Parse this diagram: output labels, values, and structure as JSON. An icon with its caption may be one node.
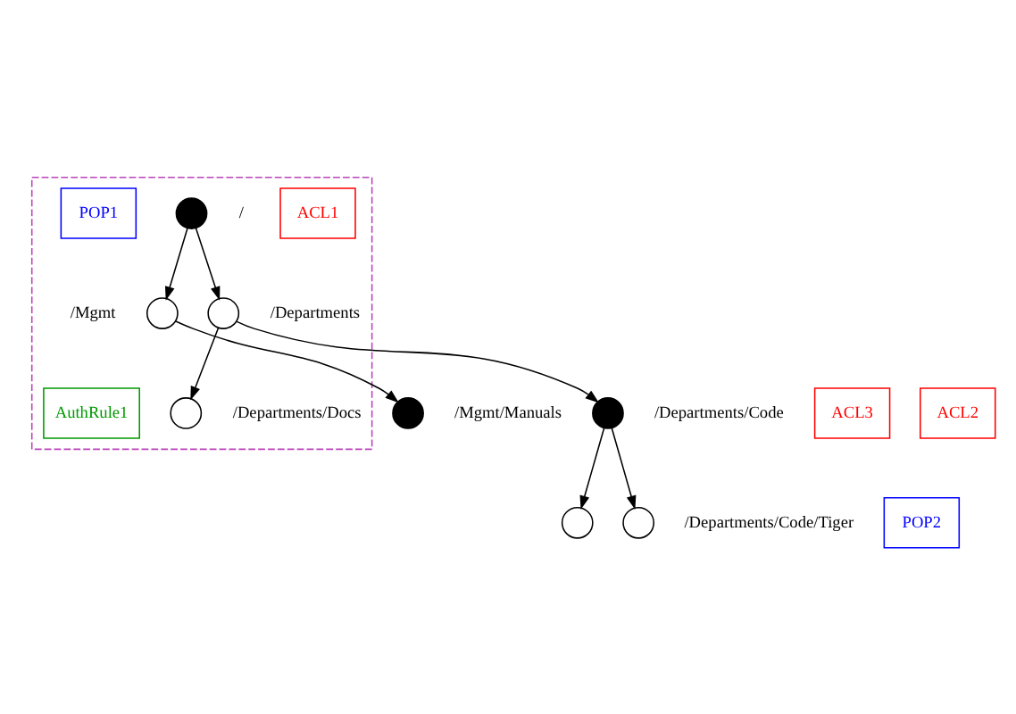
{
  "diagram": {
    "nodes": [
      {
        "text": [],
        "shape": "box"
      },
      {
        "text": [
          "ACL1"
        ],
        "in": 0
      },
      {
        "text": [],
        "shape": "circle",
        "beside": [
          "/"
        ],
        "in": 0
      },
      {
        "text": [
          "POP1"
        ],
        "in": 0
      },
      {
        "text": [],
        "shape": "circle",
        "beside": [
          "/Mgmt"
        ],
        "in": 0
      },
      {
        "text": [],
        "shape": "circle",
        "beside": [
          "/Departments"
        ],
        "in": 0
      },
      {
        "text": [
          "AuthRule1"
        ],
        "in": 0
      },
      {
        "text": [
          "ACL3"
        ]
      },
      {
        "text": [],
        "shape": "circle",
        "beside": [
          "/Mgmt/Manuals"
        ]
      },
      {
        "text": [
          "ACL2"
        ]
      },
      {
        "text": [],
        "shape": "circle",
        "beside": [
          "/Departments/Code"
        ]
      },
      {
        "text": [],
        "shape": "circle",
        "beside": [
          "/Departments/Docs"
        ],
        "in": 0
      },
      {
        "text": [
          "POP2"
        ]
      },
      {
        "text": [],
        "shape": "circle"
      },
      {
        "text": [],
        "shape": "circle",
        "beside": [
          "/Departments/Code/Tiger"
        ]
      }
    ],
    "edges": [
      {
        "from": 2,
        "to": 4,
        "arrow": "to"
      },
      {
        "from": 2,
        "to": 5,
        "arrow": "to"
      },
      {
        "from": 4,
        "to": 8,
        "arrow": "to"
      },
      {
        "from": 5,
        "to": 10,
        "arrow": "to"
      },
      {
        "from": 5,
        "to": 11,
        "arrow": "to"
      },
      {
        "from": 10,
        "to": 13,
        "arrow": "to"
      },
      {
        "from": 10,
        "to": 14,
        "arrow": "to"
      }
    ]
  }
}
